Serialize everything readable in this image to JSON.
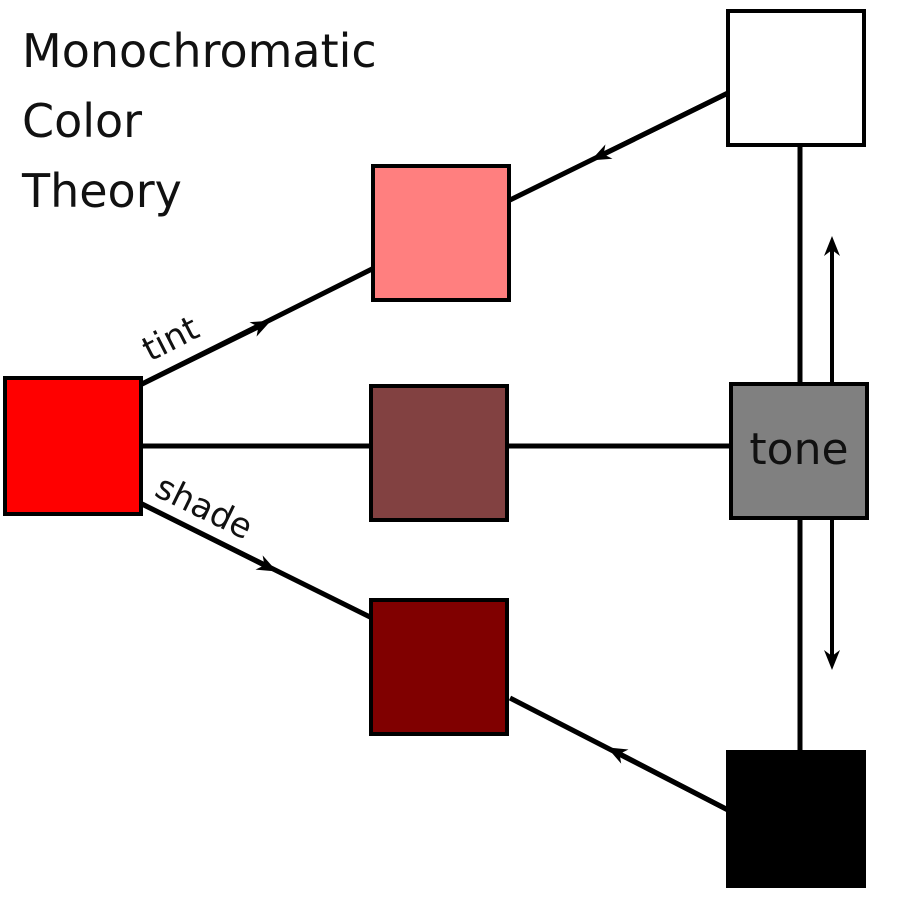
{
  "title": {
    "line1": "Monochromatic",
    "line2": "Color",
    "line3": "Theory"
  },
  "labels": {
    "tint": "tint",
    "shade": "shade",
    "tone": "tone"
  },
  "colors": {
    "base": "#ff0000",
    "tint": "#ff7f7f",
    "tone_result": "#824141",
    "shade": "#800000",
    "white": "#ffffff",
    "gray": "#808080",
    "black": "#000000"
  }
}
